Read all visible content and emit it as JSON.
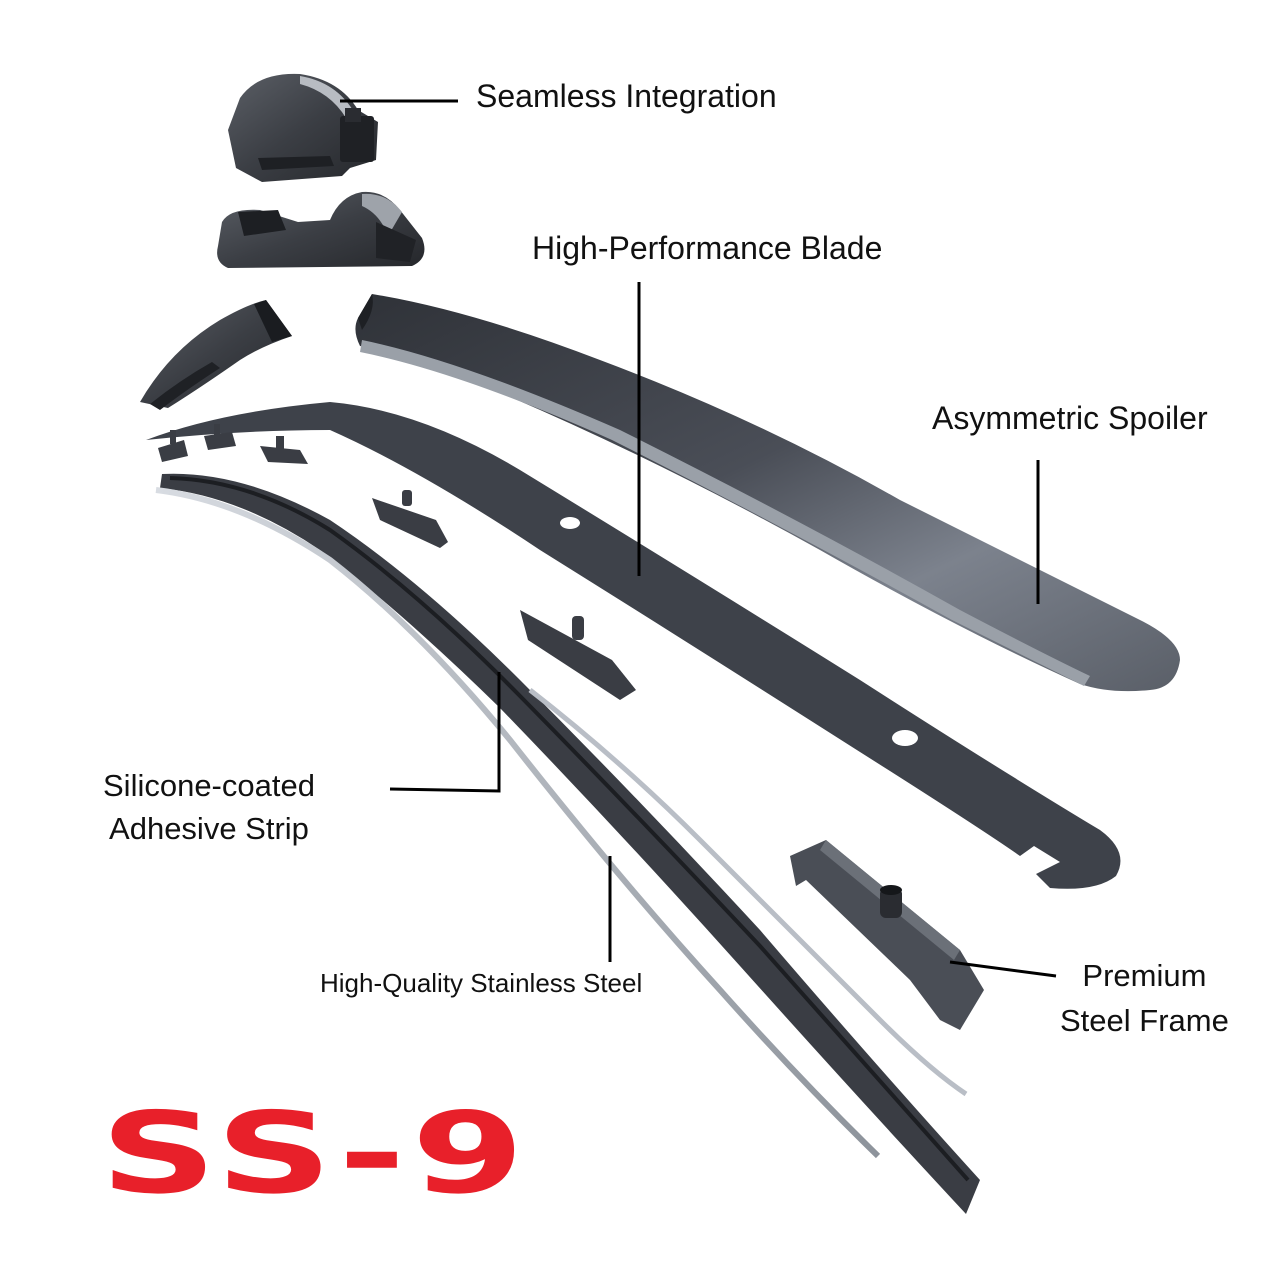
{
  "brand": {
    "model_name": "SS-9",
    "color": "#e8202a"
  },
  "callouts": [
    {
      "id": "seamless",
      "text": "Seamless Integration"
    },
    {
      "id": "blade",
      "text": "High-Performance Blade"
    },
    {
      "id": "spoiler",
      "text": "Asymmetric Spoiler"
    },
    {
      "id": "silicone",
      "lines": [
        "Silicone-coated",
        "Adhesive Strip"
      ]
    },
    {
      "id": "steel",
      "text": "High-Quality Stainless Steel"
    },
    {
      "id": "frame",
      "lines": [
        "Premium",
        "Steel Frame"
      ]
    }
  ],
  "parts": [
    "adapter-cap",
    "adapter-base",
    "end-cap",
    "spoiler",
    "blade-frame",
    "clips",
    "rubber-strip",
    "stainless-steel-rails",
    "frame-connectors"
  ],
  "colors": {
    "part_dark": "#3a3e45",
    "part_mid": "#50555d",
    "part_light": "#8a909a",
    "steel": "#b9bec6",
    "line": "#000000"
  }
}
